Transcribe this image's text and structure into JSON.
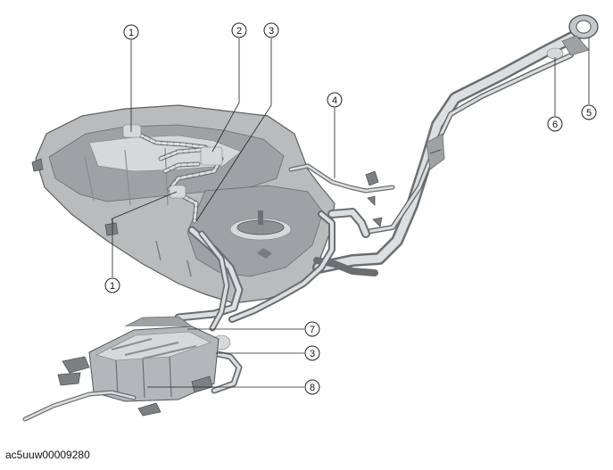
{
  "figure_code": "ac5uuw00009280",
  "callouts": {
    "c1_top": "1",
    "c2": "2",
    "c3_top": "3",
    "c4": "4",
    "c5": "5",
    "c6": "6",
    "c1_bottom": "1",
    "c7": "7",
    "c3_bottom": "3",
    "c8": "8"
  }
}
